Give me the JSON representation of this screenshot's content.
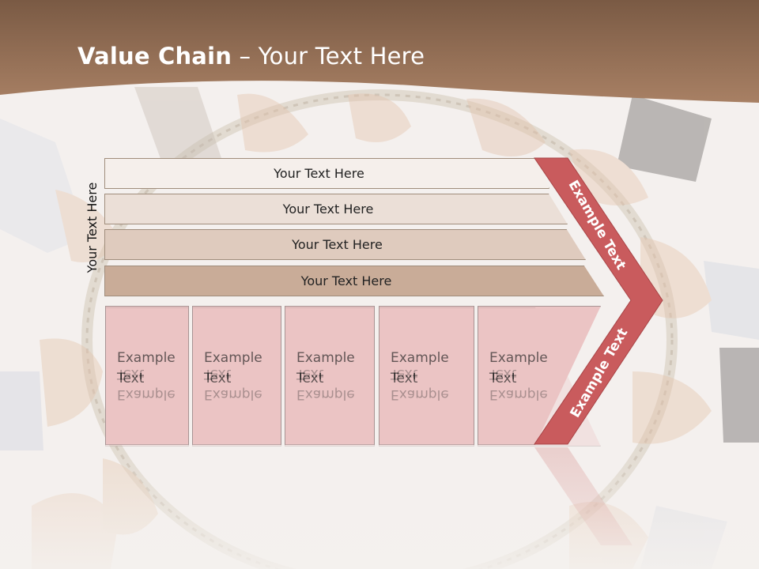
{
  "slide": {
    "title_bold": "Value Chain",
    "title_rest": " – Your Text Here",
    "side_label": "Your Text Here",
    "bars": [
      {
        "label": "Your Text Here"
      },
      {
        "label": "Your Text Here"
      },
      {
        "label": "Your Text Here"
      },
      {
        "label": "Your Text Here"
      }
    ],
    "columns": [
      {
        "label": "Example Text"
      },
      {
        "label": "Example Text"
      },
      {
        "label": "Example Text"
      },
      {
        "label": "Example Text"
      },
      {
        "label": "Example Text"
      }
    ],
    "chevron": {
      "upper_label": "Example Text",
      "lower_label": "Example Text"
    }
  },
  "colors": {
    "header_top": "#7a5a44",
    "header_bottom": "#a88064",
    "chevron_fill": "#c95b5d",
    "column_fill": "#ebc4c4"
  },
  "icons": {
    "background": "hands-holding-rope-circle-photo"
  }
}
